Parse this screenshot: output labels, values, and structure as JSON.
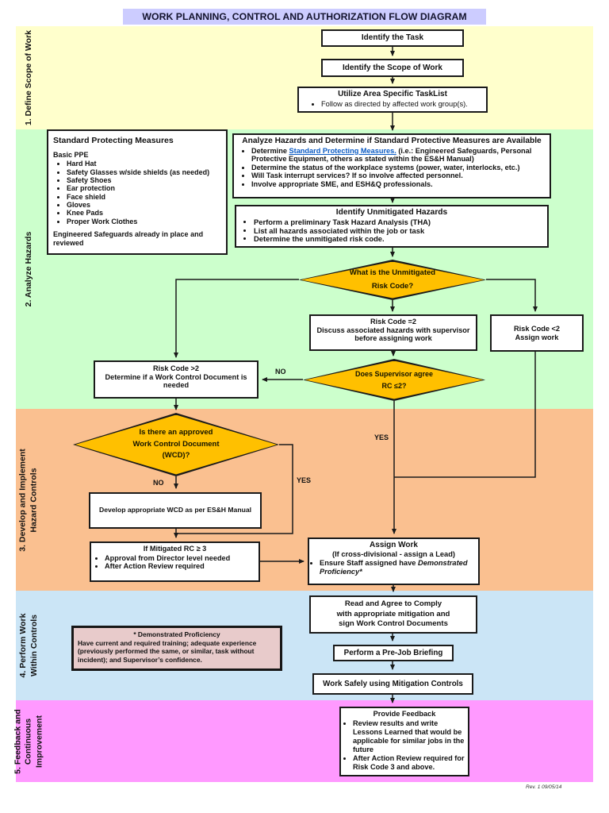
{
  "title": "WORK PLANNING, CONTROL AND AUTHORIZATION FLOW DIAGRAM",
  "footer": {
    "revision": "Rev. 1 09/05/14"
  },
  "colors": {
    "title_bg": "#CCCCFF",
    "band1_define_scope": "#FFFFCC",
    "band2_analyze_hazards": "#CCFFCC",
    "band3_hazard_controls": "#FAC090",
    "band4_perform_work": "#CBE5F6",
    "band5_feedback": "#FF99FF",
    "decision_diamond": "#FFC000",
    "link": "#0b5bc4",
    "note_box": "#E8CBCB"
  },
  "sections": [
    {
      "label": "1.  Define Scope of Work"
    },
    {
      "label": "2.  Analyze Hazards"
    },
    {
      "label": "3.  Develop and Implement\nHazard Controls"
    },
    {
      "label": "4.  Perform Work\nWithin Controls"
    },
    {
      "label": "5.  Feedback and\nContinuous\nImprovement"
    }
  ],
  "edge_labels": {
    "supervisor_no": "NO",
    "supervisor_yes": "YES",
    "wcd_no": "NO",
    "wcd_yes": "YES"
  },
  "nodes": {
    "identify_task": {
      "title": "Identify the Task"
    },
    "identify_scope": {
      "title": "Identify the Scope of Work"
    },
    "utilize_tasklist": {
      "title": "Utilize Area Specific TaskList",
      "bullets": [
        "Follow as directed by affected work group(s)."
      ]
    },
    "standard_measures": {
      "title": "Standard Protecting Measures",
      "subtitle": "Basic PPE",
      "bullets": [
        "Hard Hat",
        "Safety Glasses w/side shields (as needed)",
        "Safety Shoes",
        "Ear protection",
        "Face shield",
        "Gloves",
        "Knee Pads",
        "Proper Work Clothes"
      ],
      "footer": "Engineered Safeguards already in place and reviewed"
    },
    "analyze": {
      "title": "Analyze Hazards and Determine if Standard Protective Measures are Available",
      "bullet1_prefix": "Determine ",
      "bullet1_link": "Standard Protecting Measures.",
      "bullet1_suffix": " (i.e.: Engineered Safeguards, Personal Protective Equipment, others as stated within the ES&H Manual)",
      "bullets": [
        "Determine the status of the workplace systems (power, water, interlocks, etc.)",
        "Will Task interrupt services? If so involve affected personnel.",
        "Involve appropriate SME, and ESH&Q professionals."
      ]
    },
    "identify_unmitigated": {
      "title": "Identify Unmitigated Hazards",
      "bullets": [
        "Perform a preliminary Task Hazard Analysis (THA)",
        "List all hazards associated within the job or task",
        "Determine the unmitigated risk code."
      ]
    },
    "risk_diamond": {
      "line1": "What is the Unmitigated",
      "line2": "Risk Code?"
    },
    "risk_eq2": {
      "title": "Risk Code =2",
      "body": "Discuss associated hazards with supervisor before assigning work"
    },
    "risk_lt2": {
      "title": "Risk Code <2",
      "body": "Assign work"
    },
    "risk_gt2": {
      "title": "Risk Code >2",
      "body": "Determine if a Work Control Document is needed"
    },
    "supervisor_diamond": {
      "line1": "Does Supervisor agree",
      "line2": "RC ≤2?"
    },
    "wcd_diamond": {
      "line1": "Is there an approved",
      "line2": "Work Control Document",
      "line3": "(WCD)?"
    },
    "develop_wcd": {
      "title": "Develop appropriate WCD as per ES&H Manual"
    },
    "if_mitigated": {
      "title": "If Mitigated RC ≥ 3",
      "bullets": [
        "Approval from Director level needed",
        "After Action Review required"
      ]
    },
    "assign_work": {
      "title": "Assign Work",
      "subtitle": "(If cross-divisional - assign a Lead)",
      "bullet_prefix": "Ensure Staff assigned have ",
      "bullet_italic": "Demonstrated Proficiency*"
    },
    "read_agree": {
      "line1": "Read and Agree to Comply",
      "line2": "with appropriate mitigation and",
      "line3": "sign Work Control Documents"
    },
    "demonstrated": {
      "title": "* Demonstrated Proficiency",
      "body": "Have current and required training; adequate experience (previously performed the same, or similar, task without incident); and Supervisor’s confidence."
    },
    "prejob": {
      "title": "Perform a Pre-Job Briefing"
    },
    "work_safely": {
      "title": "Work Safely using Mitigation Controls"
    },
    "provide_feedback": {
      "title": "Provide Feedback",
      "bullets": [
        "Review results and write Lessons Learned that would be applicable for similar jobs in the future",
        "After Action Review required for Risk Code 3 and above."
      ]
    }
  }
}
